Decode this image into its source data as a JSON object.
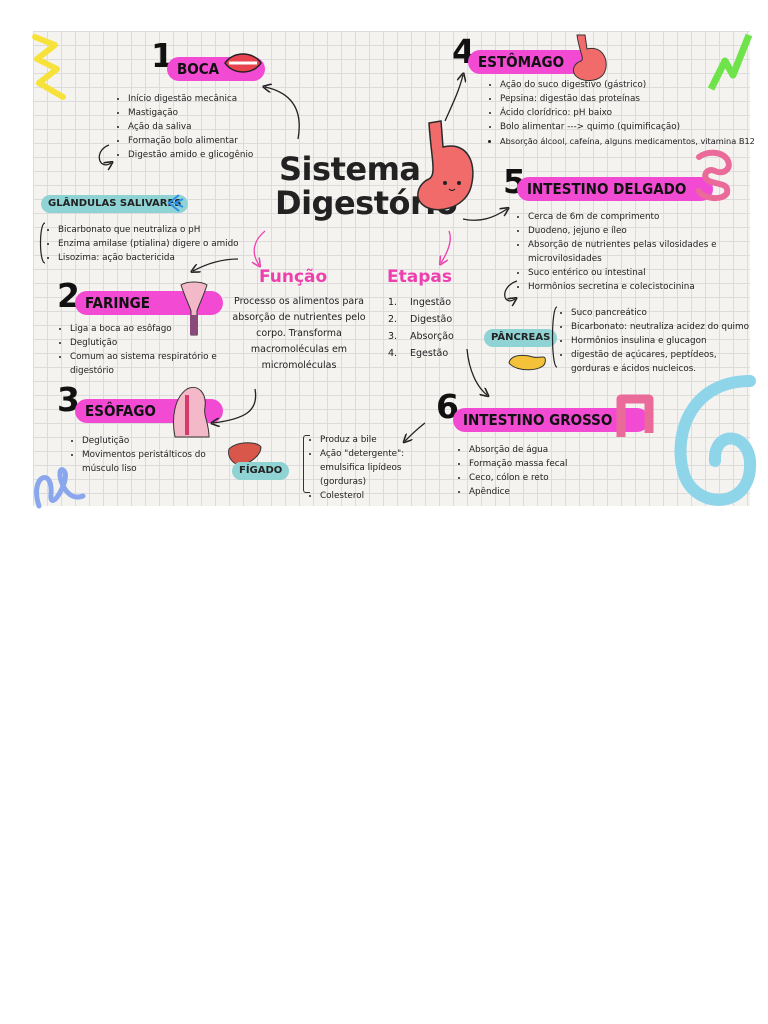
{
  "title": {
    "line1": "Sistema",
    "line2": "Digestório"
  },
  "funcao": {
    "heading": "Função",
    "text": "Processo os alimentos para absorção de nutrientes pelo corpo. Transforma macromoléculas em micromoléculas"
  },
  "etapas": {
    "heading": "Etapas",
    "items": [
      {
        "n": "1.",
        "t": "Ingestão"
      },
      {
        "n": "2.",
        "t": "Digestão"
      },
      {
        "n": "3.",
        "t": "Absorção"
      },
      {
        "n": "4.",
        "t": "Egestão"
      }
    ]
  },
  "boca": {
    "number": "1",
    "label": "BOCA",
    "items": [
      "Início digestão mecânica",
      "Mastigação",
      "Ação da saliva",
      "Formação bolo alimentar",
      "Digestão amido e glicogênio"
    ]
  },
  "glandulas": {
    "label": "GLÂNDULAS SALIVARES",
    "items": [
      "Bicarbonato que neutraliza o pH",
      "Enzima amilase (ptialina) digere o amido",
      "Lisozima: ação bactericida"
    ]
  },
  "faringe": {
    "number": "2",
    "label": "FARINGE",
    "items": [
      "Liga a boca ao esôfago",
      "Deglutição",
      "Comum ao sistema respiratório e digestório"
    ]
  },
  "esofago": {
    "number": "3",
    "label": "ESÔFAGO",
    "items": [
      "Deglutição",
      "Movimentos peristálticos do músculo liso"
    ]
  },
  "estomago": {
    "number": "4",
    "label": "ESTÔMAGO",
    "items": [
      "Ação do suco digestivo (gástrico)",
      "Pepsina: digestão das proteínas",
      "Ácido clorídrico: pH baixo",
      "Bolo alimentar ---> quimo (quimificação)",
      "Absorção álcool, cafeína, alguns medicamentos, vitamina B12"
    ]
  },
  "delgado": {
    "number": "5",
    "label": "INTESTINO DELGADO",
    "items": [
      "Cerca de 6m de comprimento",
      "Duodeno, jejuno e íleo",
      "Absorção de nutrientes pelas vilosidades e microvilosidades",
      "Suco entérico ou intestinal",
      "Hormônios secretina e colecistocinina"
    ]
  },
  "pancreas": {
    "label": "PÂNCREAS",
    "items": [
      "Suco pancreático",
      "Bicarbonato: neutraliza acidez do quimo",
      "Hormônios insulina e glucagon",
      "digestão de açúcares, peptídeos, gorduras e ácidos nucleicos."
    ]
  },
  "grosso": {
    "number": "6",
    "label": "INTESTINO GROSSO",
    "items": [
      "Absorção de água",
      "Formação massa fecal",
      "Ceco, cólon e reto",
      "Apêndice"
    ]
  },
  "figado": {
    "label": "FÍGADO",
    "items": [
      "Produz a bile",
      "Ação \"detergente\": emulsifica lipídeos (gorduras)",
      "Colesterol"
    ]
  },
  "colors": {
    "pink": "#f24ad2",
    "teal": "#8fd3d4",
    "heading_pink": "#ee3fae"
  }
}
